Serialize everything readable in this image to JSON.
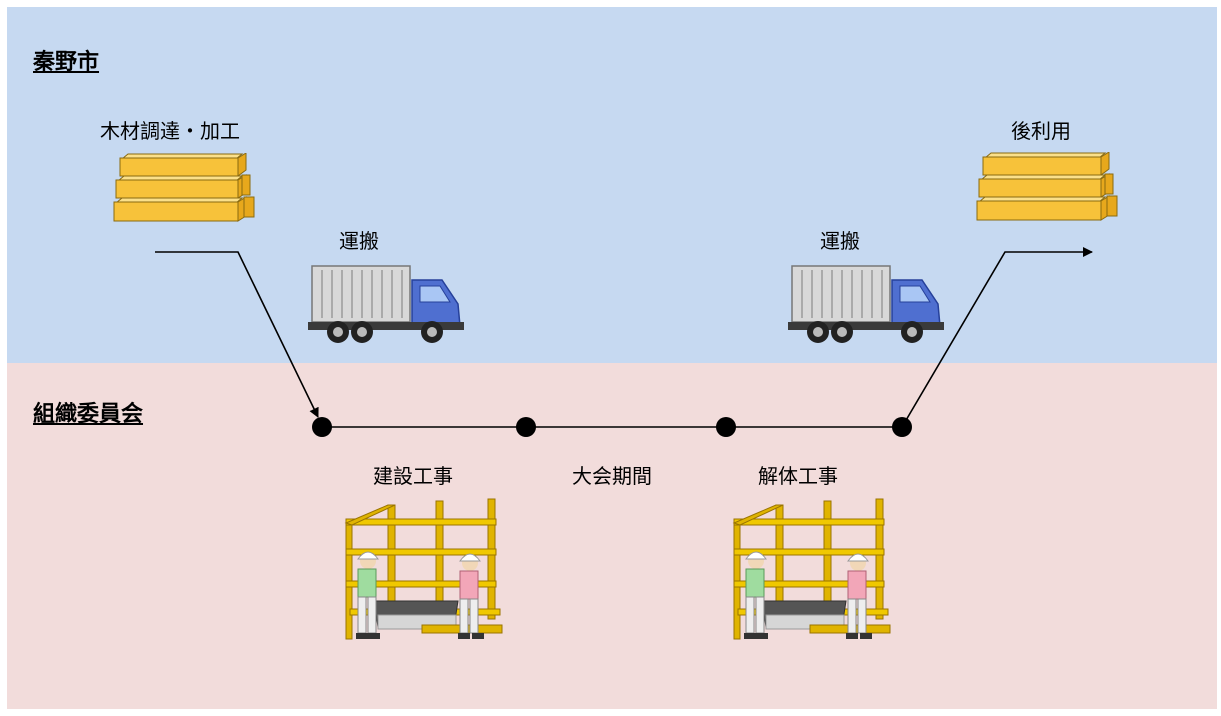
{
  "zones": {
    "city": {
      "title": "秦野市"
    },
    "committee": {
      "title": "組織委員会"
    }
  },
  "labels": {
    "procurement": "木材調達・加工",
    "transport_1": "運搬",
    "transport_2": "運搬",
    "reuse": "後利用",
    "construction": "建設工事",
    "games_period": "大会期間",
    "demolition": "解体工事"
  },
  "colors": {
    "city_bg": "#c6d9f1",
    "committee_bg": "#f2dcdb",
    "lumber": "#f7c23a",
    "truck_cab": "#4f6fd0",
    "scaffold": "#e0b400"
  },
  "icons": [
    "lumber-icon",
    "truck-icon",
    "construction-worker-icon"
  ]
}
